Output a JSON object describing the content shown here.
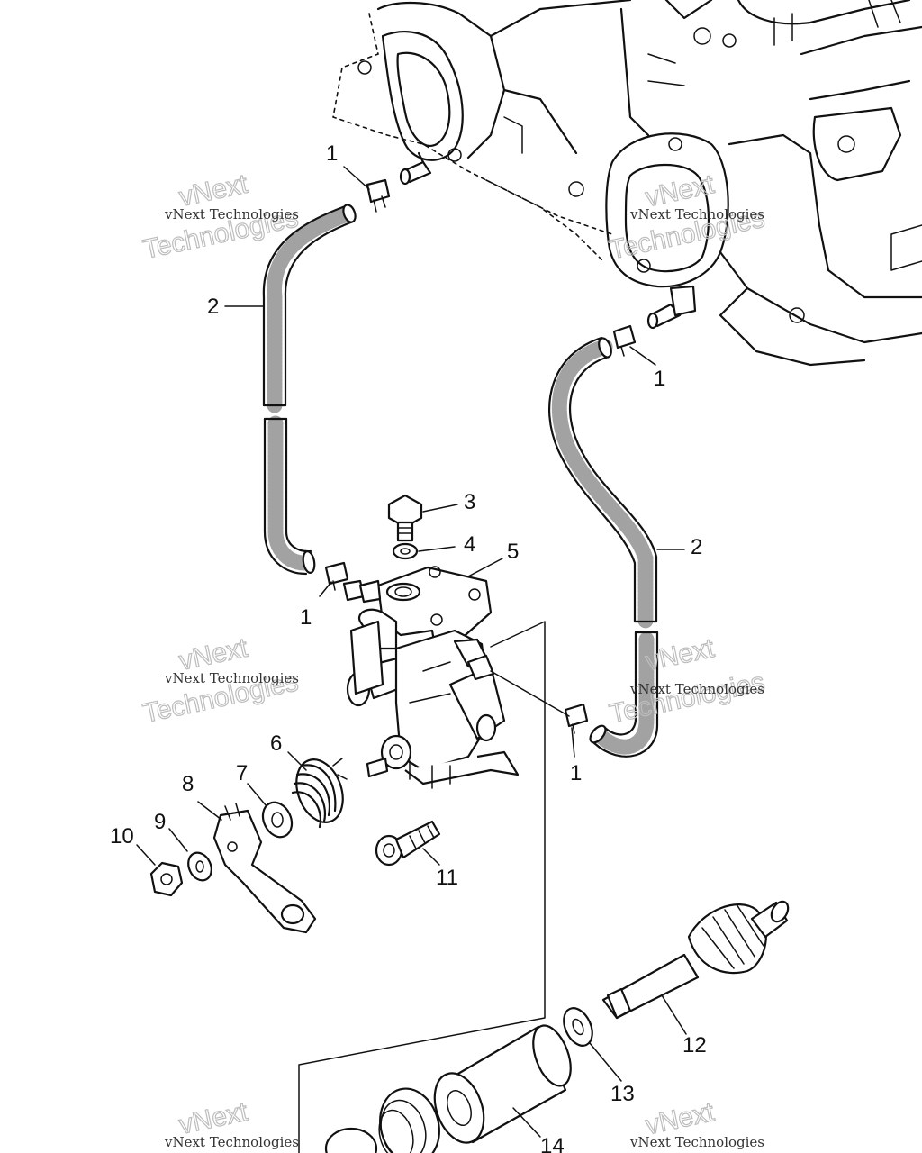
{
  "diagram": {
    "callouts": {
      "c1a": "1",
      "c1b": "1",
      "c1c": "1",
      "c1d": "1",
      "c2a": "2",
      "c2b": "2",
      "c3": "3",
      "c4": "4",
      "c5": "5",
      "c6": "6",
      "c7": "7",
      "c8": "8",
      "c9": "9",
      "c10": "10",
      "c11": "11",
      "c12": "12",
      "c13": "13",
      "c14": "14"
    },
    "watermark": {
      "line1": "vNext Technologies",
      "line2": "vNext",
      "line3": "Technologies"
    }
  }
}
